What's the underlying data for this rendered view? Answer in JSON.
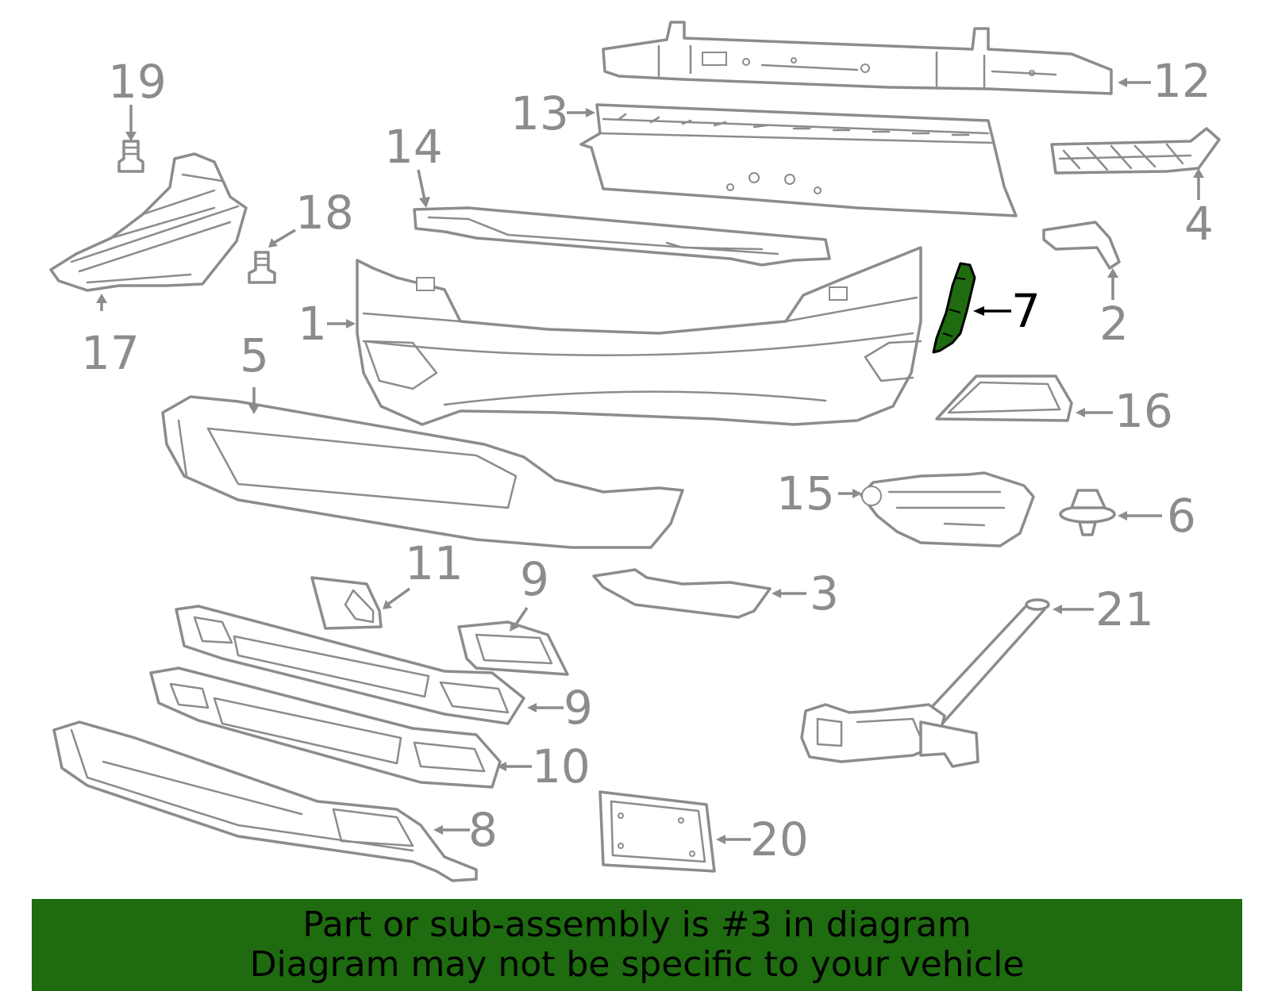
{
  "diagram": {
    "selected_part": "3",
    "callouts": [
      "1",
      "2",
      "3",
      "4",
      "5",
      "6",
      "7",
      "8",
      "9",
      "9",
      "10",
      "11",
      "12",
      "13",
      "14",
      "15",
      "16",
      "17",
      "18",
      "19",
      "20",
      "21"
    ],
    "colors": {
      "part_lines": "#8c8c8c",
      "highlight": "#1e6b10",
      "selected_label": "#000000"
    }
  },
  "banner": {
    "line1": "Part or sub-assembly is #3 in diagram",
    "line2": "Diagram may not be specific to your vehicle"
  }
}
